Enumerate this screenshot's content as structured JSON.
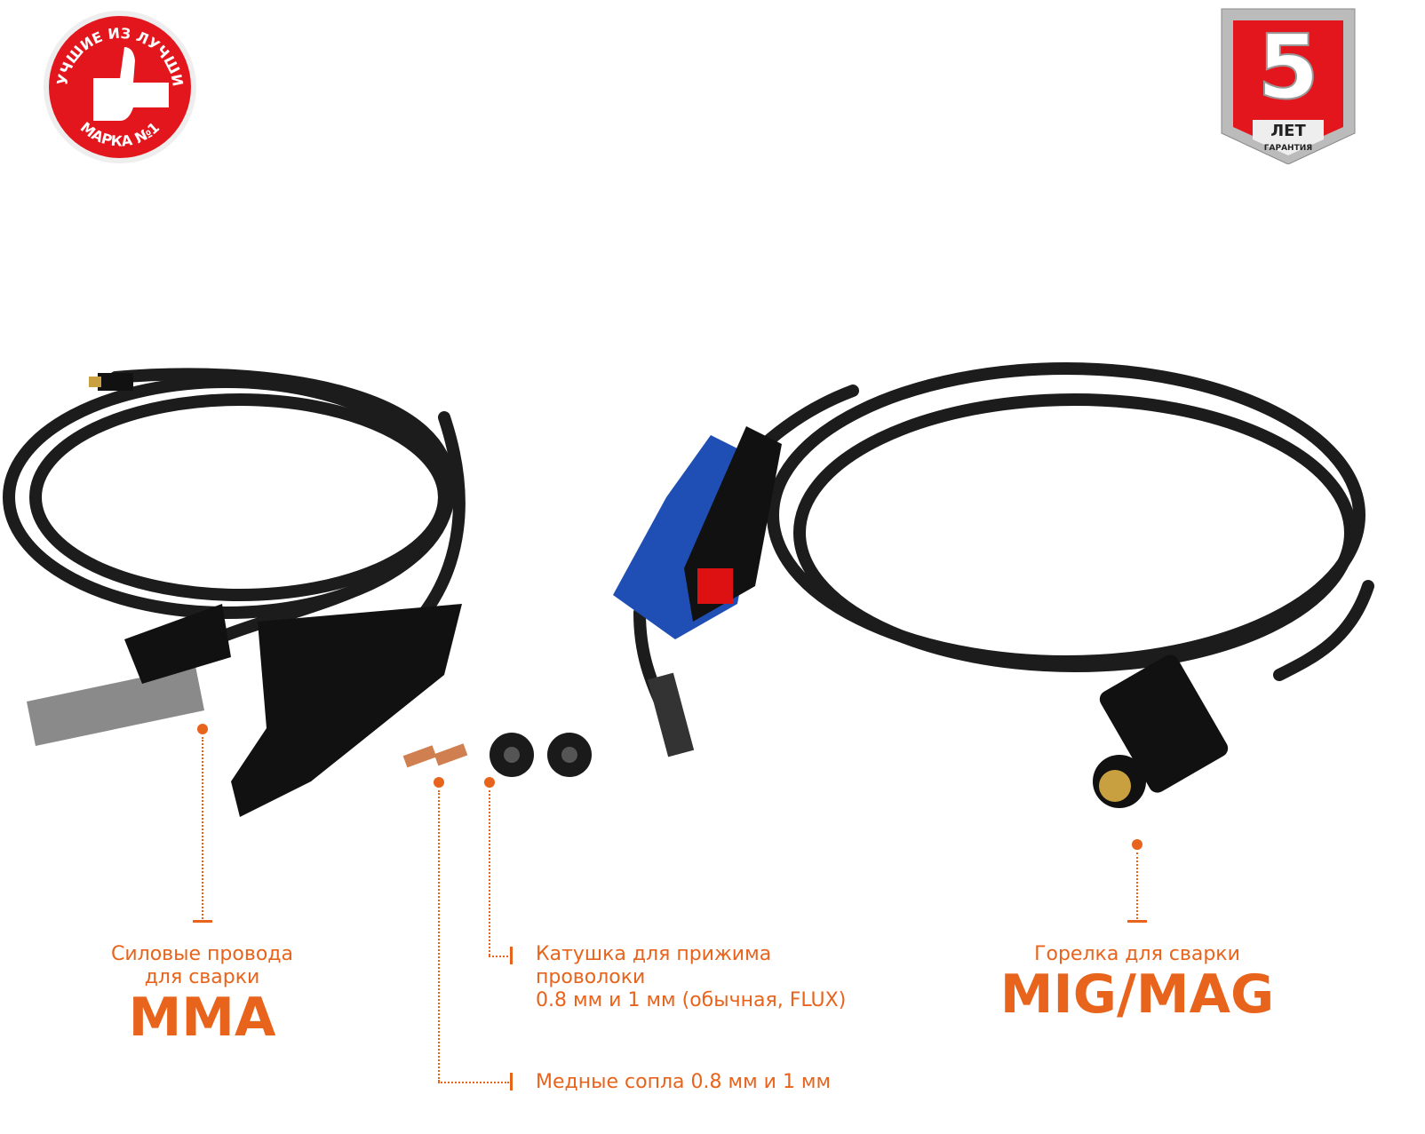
{
  "badges": {
    "best": {
      "top_text": "ЛУЧШИЕ ИЗ ЛУЧШИХ",
      "bottom_text": "МАРКА №1"
    },
    "warranty": {
      "number": "5",
      "unit": "ЛЕТ",
      "caption": "ГАРАНТИЯ"
    }
  },
  "labels": {
    "mma": {
      "line1": "Силовые провода",
      "line2": "для сварки",
      "big": "MMA"
    },
    "roller": {
      "line1": "Катушка для прижима",
      "line2": "проволоки",
      "line3": "0.8 мм и 1 мм (обычная, FLUX)"
    },
    "nozzles": {
      "text": "Медные сопла 0.8 мм и 1 мм"
    },
    "mig": {
      "line1": "Горелка для сварки",
      "big": "MIG/MAG"
    }
  },
  "colors": {
    "accent": "#e8641c",
    "badge_red": "#e3161d",
    "torch_blue": "#1f4fb4"
  }
}
